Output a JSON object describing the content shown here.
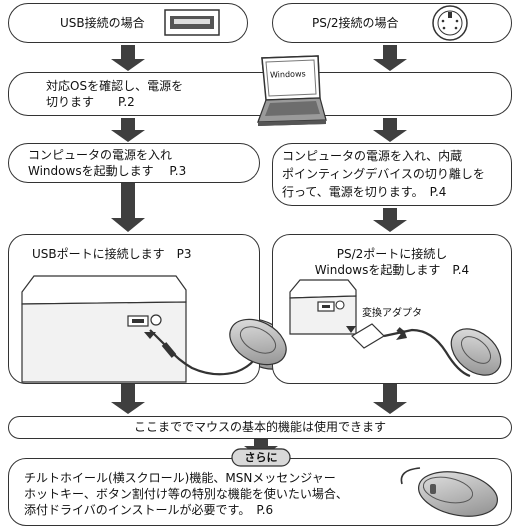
{
  "top_left": {
    "label": "USB接続の場合"
  },
  "top_right": {
    "label": "PS/2接続の場合"
  },
  "step_os": {
    "line1": "対応OSを確認し、電源を",
    "line2": "切ります　　P.2"
  },
  "laptop": {
    "screen_text": "Windows"
  },
  "left_step": {
    "line1": "コンピュータの電源を入れ",
    "line2": "Windowsを起動します　 P.3"
  },
  "right_step": {
    "line1": "コンピュータの電源を入れ、内蔵",
    "line2": "ポインティングデバイスの切り離しを",
    "line3": "行って、電源を切ります。　P.4"
  },
  "left_connect": {
    "title": "USBポートに接続します　P3"
  },
  "right_connect": {
    "line1": "PS/2ポートに接続し",
    "line2": "Windowsを起動します　P.4",
    "adapter_label": "変換アダプタ"
  },
  "basic": {
    "text": "ここまででマウスの基本的機能は使用できます"
  },
  "sarani": {
    "label": "さらに"
  },
  "extra": {
    "line1": "チルトホイール(横スクロール)機能、MSNメッセンジャー",
    "line2": "ホットキー、ボタン割付け等の特別な機能を使いたい場合、",
    "line3": "添付ドライバのインストールが必要です。　P.6"
  },
  "colors": {
    "arrow": "#3f3f3f",
    "line": "#333333",
    "badge": "#d9d9d9"
  }
}
